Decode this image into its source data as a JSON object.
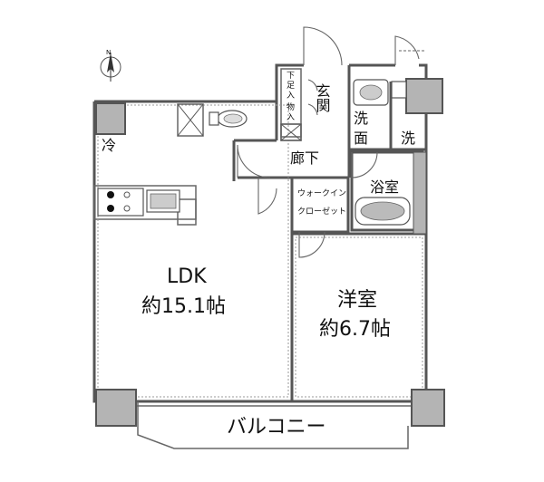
{
  "rooms": {
    "ldk_name": "LDK",
    "ldk_size": "約15.1帖",
    "western_name": "洋室",
    "western_size": "約6.7帖",
    "balcony": "バルコニー",
    "entrance": "玄関",
    "hallway": "廊下",
    "bathroom": "浴室",
    "washroom_1": "洗",
    "washroom_2": "面",
    "laundry": "洗",
    "fridge": "冷",
    "shoe_storage_1": "下",
    "shoe_storage_2": "足",
    "shoe_storage_3": "入",
    "storage_1": "物",
    "storage_2": "入",
    "walkin_1": "ウォークイン",
    "walkin_2": "クローゼット"
  },
  "compass": {
    "north": "N"
  }
}
